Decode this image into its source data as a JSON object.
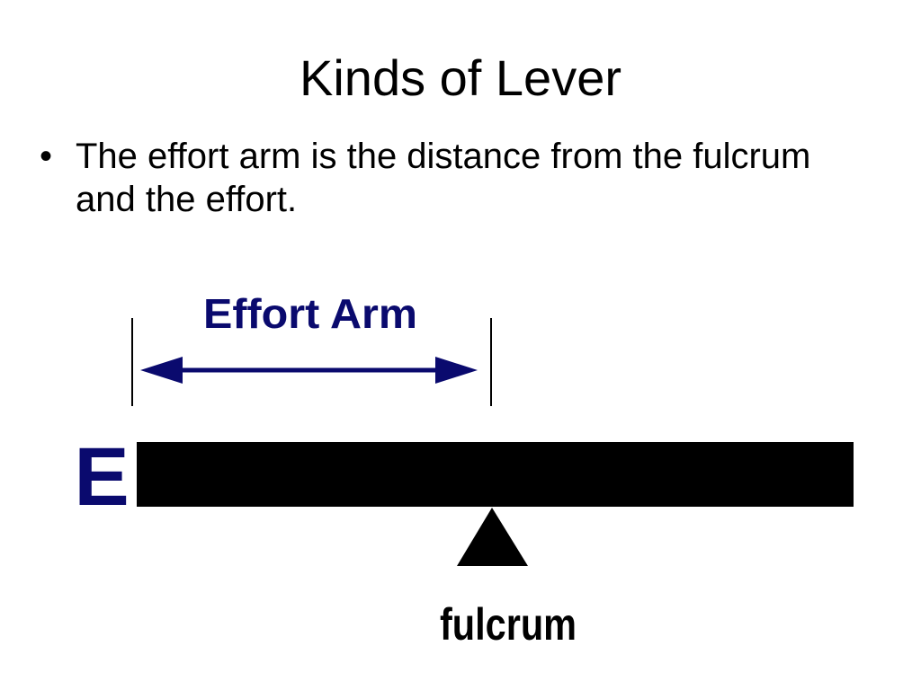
{
  "slide": {
    "title": "Kinds of Lever",
    "bullet_marker": "•",
    "bullet_text": "The effort arm is the distance from the fulcrum and the effort."
  },
  "diagram": {
    "effort_arm_label": "Effort Arm",
    "effort_label": "E",
    "fulcrum_label": "fulcrum",
    "colors": {
      "label_blue": "#0a0a6e",
      "arrow_blue": "#0a0a6e",
      "lever_black": "#000000"
    }
  }
}
